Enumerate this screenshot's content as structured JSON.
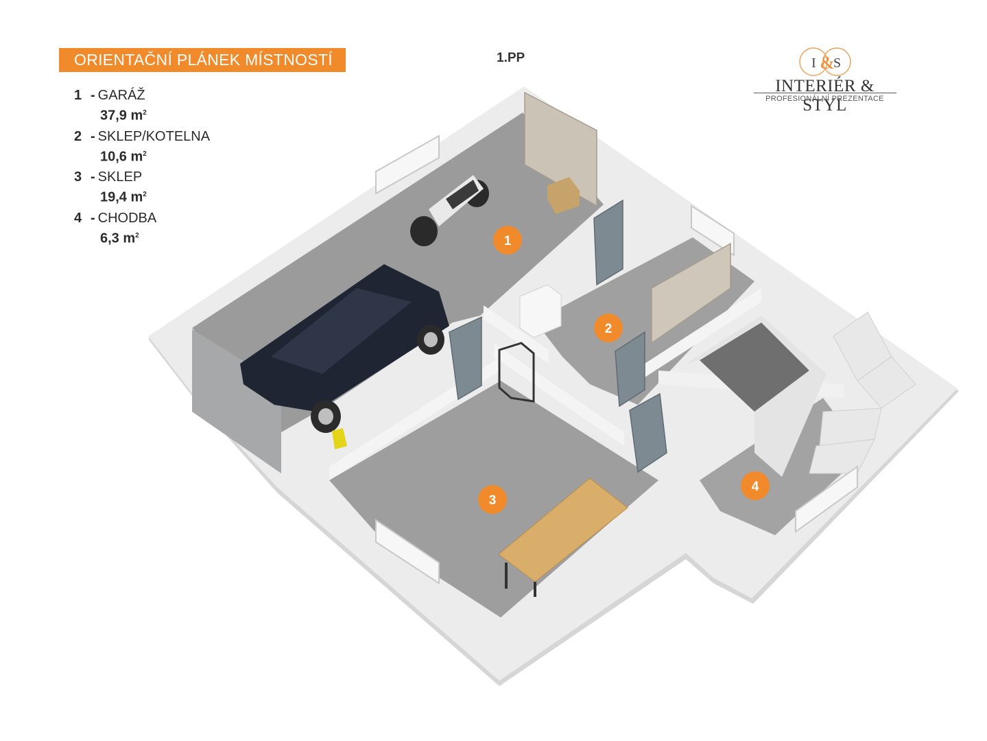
{
  "header": {
    "title": "ORIENTAČNÍ PLÁNEK MÍSTNOSTÍ",
    "floor": "1.PP"
  },
  "logo": {
    "monogram_left": "I",
    "monogram_amp": "&",
    "monogram_right": "S",
    "name": "INTERIÉR & STYL",
    "tagline": "PROFESIONÁLNÍ PREZENTACE"
  },
  "rooms": [
    {
      "number": "1",
      "name": "GARÁŽ",
      "area": "37,9 m",
      "unit_sup": "2"
    },
    {
      "number": "2",
      "name": "SKLEP/KOTELNA",
      "area": "10,6 m",
      "unit_sup": "2"
    },
    {
      "number": "3",
      "name": "SKLEP",
      "area": "19,4 m",
      "unit_sup": "2"
    },
    {
      "number": "4",
      "name": "CHODBA",
      "area": "6,3 m",
      "unit_sup": "2"
    }
  ],
  "colors": {
    "accent": "#f08a2a",
    "floor": "#9a9a9a",
    "wall": "#e9e9e9",
    "car": "#1f2533",
    "door": "#7d8a92",
    "table": "#d9ad6a"
  }
}
